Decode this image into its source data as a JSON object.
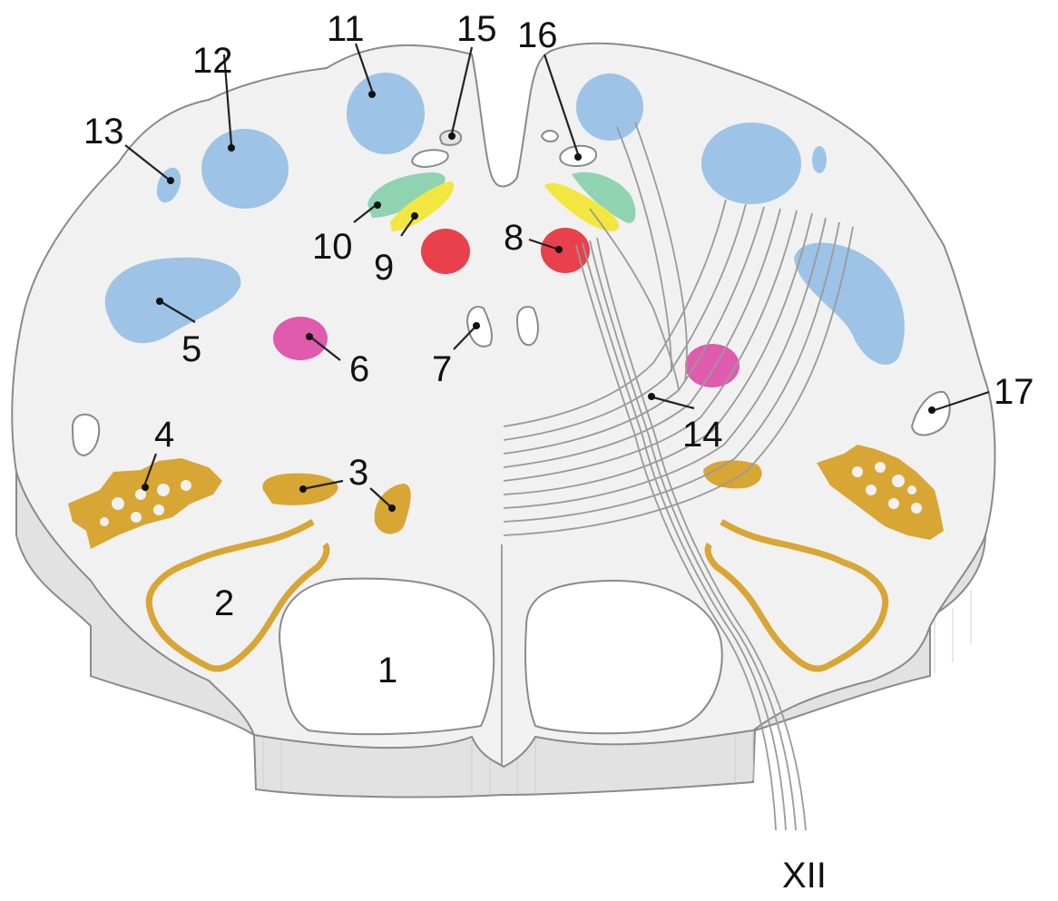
{
  "colors": {
    "tissue": "#f1f1f1",
    "tissue_side": "#e2e2e2",
    "blue_nucleus": "#9dc3e6",
    "olive_gold": "#d8a634",
    "red_nucleus": "#e8414b",
    "magenta_nucleus": "#e05aad",
    "green_nucleus": "#8fd3b3",
    "yellow_nucleus": "#f2e640",
    "white_lumen": "#ffffff",
    "fiber_gray": "#9a9a9a"
  },
  "labels": {
    "n1": "1",
    "n2": "2",
    "n3": "3",
    "n4": "4",
    "n5": "5",
    "n6": "6",
    "n7": "7",
    "n8": "8",
    "n9": "9",
    "n10": "10",
    "n11": "11",
    "n12": "12",
    "n13": "13",
    "n14": "14",
    "n15": "15",
    "n16": "16",
    "n17": "17",
    "nerve": "XII"
  }
}
